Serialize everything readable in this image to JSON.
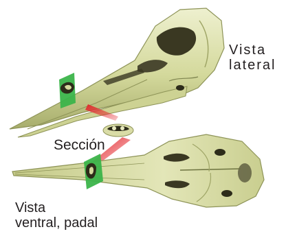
{
  "labels": {
    "lateral_line1": "Vista",
    "lateral_line2": "lateral",
    "section": "Sección",
    "ventral_line1": "Vista",
    "ventral_line2": "ventral, padal"
  },
  "colors": {
    "bone_light": "#e7e9bf",
    "bone_mid": "#c9cf8e",
    "bone_dark": "#8d9357",
    "cavity": "#2d2c1a",
    "section_plane": "#3bb44a",
    "cut_line": "#e3262b",
    "text": "#231f20"
  }
}
